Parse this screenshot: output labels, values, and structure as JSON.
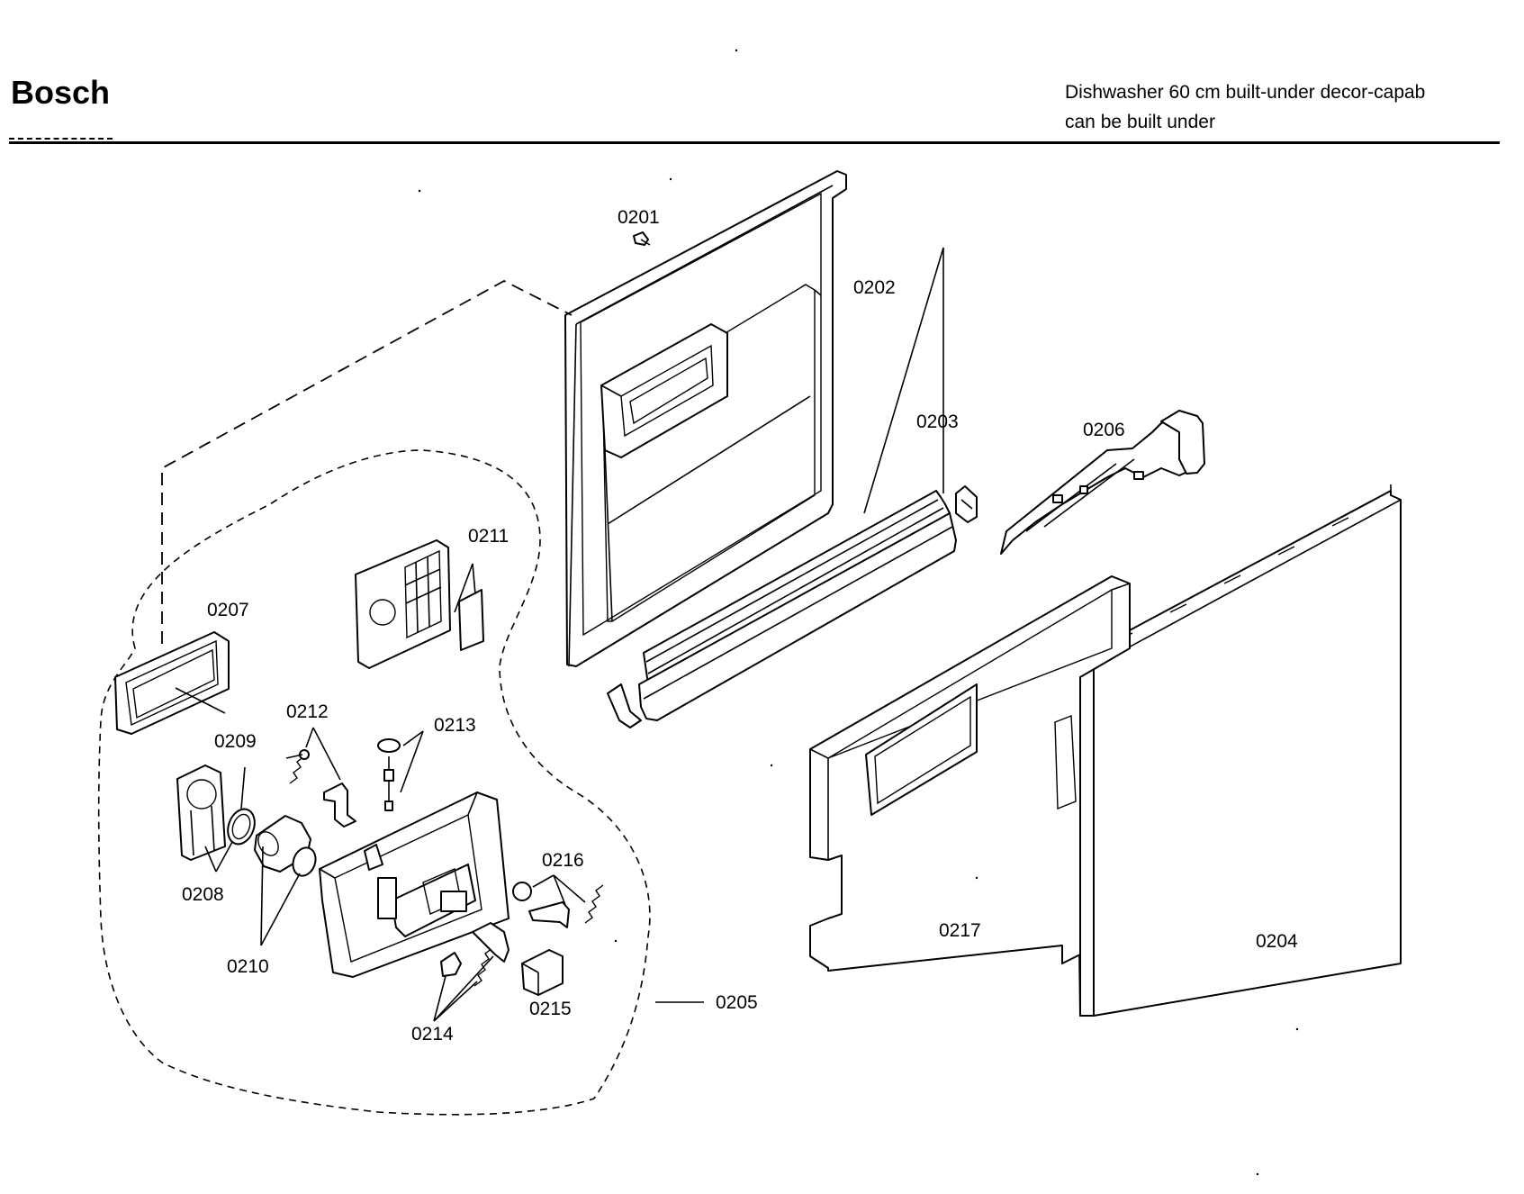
{
  "header": {
    "brand": "Bosch",
    "subtitle_line1": "Dishwasher 60 cm built-under decor-capab",
    "subtitle_line2": "can be built under"
  },
  "parts": {
    "p0201": "0201",
    "p0202": "0202",
    "p0203": "0203",
    "p0204": "0204",
    "p0205": "0205",
    "p0206": "0206",
    "p0207": "0207",
    "p0208": "0208",
    "p0209": "0209",
    "p0210": "0210",
    "p0211": "0211",
    "p0212": "0212",
    "p0213": "0213",
    "p0214": "0214",
    "p0215": "0215",
    "p0216": "0216",
    "p0217": "0217"
  },
  "icons": {
    "drawing": "exploded-view-line-art"
  }
}
